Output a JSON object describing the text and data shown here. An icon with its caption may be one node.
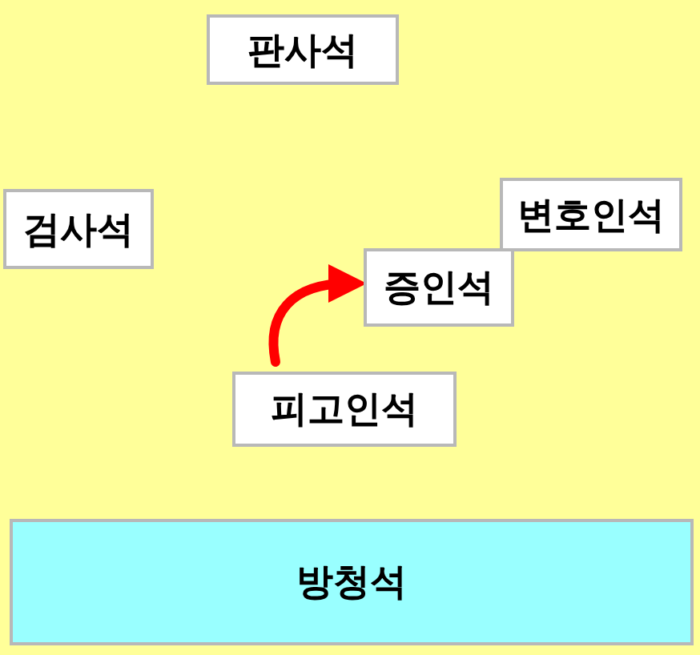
{
  "diagram": {
    "nodes": [
      {
        "text": [
          "판사석"
        ]
      },
      {
        "text": [
          "검사석"
        ]
      },
      {
        "text": [
          "변호인석"
        ]
      },
      {
        "text": [
          "증인석"
        ]
      },
      {
        "text": [
          "피고인석"
        ]
      },
      {
        "text": [
          "방청석"
        ]
      }
    ],
    "edges": [
      {
        "from": 4,
        "to": 3,
        "arrow": "to",
        "color": "#ff0000"
      }
    ]
  }
}
